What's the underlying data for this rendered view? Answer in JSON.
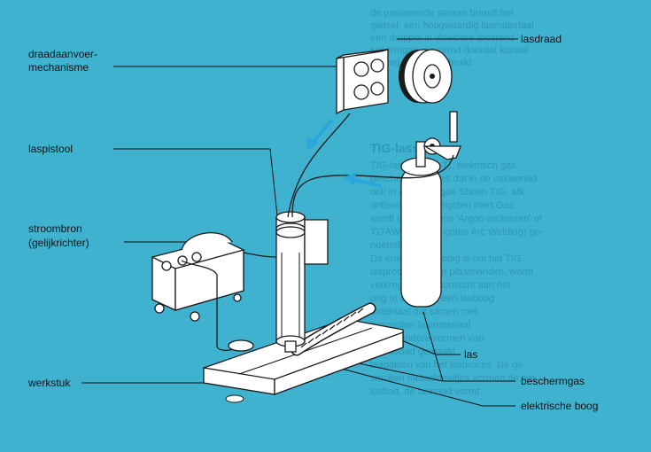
{
  "background_color": "#3fb2d0",
  "arrow_color": "#29a7dd",
  "labels": {
    "draadaanvoer_line1": "draadaanvoer-",
    "draadaanvoer_line2": "mechanisme",
    "laspistool": "laspistool",
    "stroombron_line1": "stroombron",
    "stroombron_line2": "(gelijkrichter)",
    "werkstuk": "werkstuk",
    "lasdraad": "lasdraad",
    "las": "las",
    "beschermgas": "beschermgas",
    "elektrische_boog": "elektrische boog"
  },
  "background_text": {
    "heading": "TIG-lassen",
    "lines": [
      "de passerende stroom brandt het",
      "gietsel, een hoogwaardig lasmateriaal",
      "een druppel in vloeibare toestand",
      "schermgas, gevormd doordat kanaal",
      "of mag worden gebruikt",
      "TIG-lassen (afk. T), elektrisch gas-",
      "beschermd proces dat in de vakwereld",
      "ook in de Verenigde Staten TIG, afk.",
      "ontlening van Tungsten Inert Gas,",
      "wordt ook wel eens 'Argon-arclassen' of",
      "'GTAW' (Gas Tungsten Arc Welding) ge-",
      "noemd.",
      "De energie die nodig is om het TIG",
      "lasproces te laten plaatsvinden, wordt",
      "verkregen door constant aan het",
      "oog te stellen in een lasboog",
      "materiaal dat samen met",
      "gesmolten lasmateriaal",
      "gen of andere vormen van",
      "het lasbad gemaakt",
      "laagdelen van het lasproces. De ge-",
      "smolten metaaldeeltjes vormen de het",
      "lasbad, de lasnaad vormt"
    ]
  }
}
